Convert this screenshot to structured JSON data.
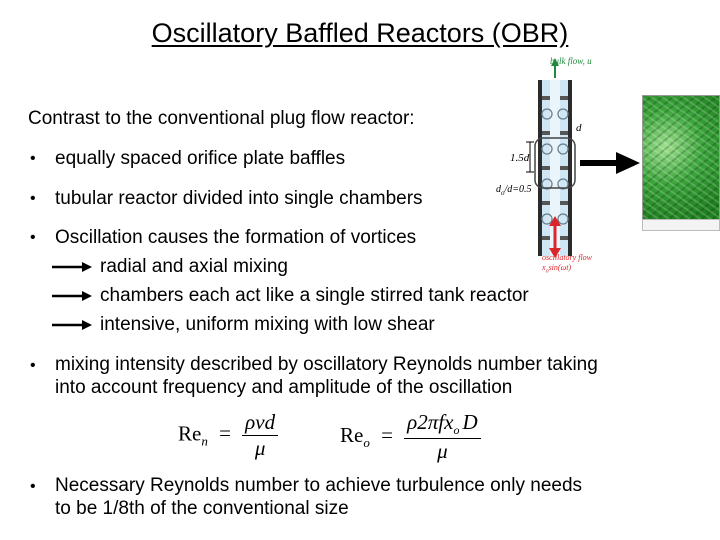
{
  "slide": {
    "title": "Oscillatory Baffled Reactors (OBR)",
    "intro": "Contrast to the conventional plug flow reactor:",
    "bullets": [
      "equally spaced orifice plate baffles",
      "tubular reactor divided into single chambers",
      "Oscillation causes the formation of vortices"
    ],
    "sub_items": [
      "radial and axial mixing",
      "chambers each act like a single stirred tank reactor",
      "intensive, uniform mixing with low shear"
    ],
    "bullet4_line1": "mixing intensity described by oscillatory Reynolds number taking",
    "bullet4_line2": "into account frequency and amplitude of the oscillation",
    "bullet5_line1": "Necessary Reynolds number to achieve turbulence only  needs",
    "bullet5_line2": "to be 1/8th of the conventional size",
    "bullet_glyph": "•"
  },
  "equations": {
    "re_n": {
      "lhs": "Re",
      "sub": "n",
      "num": "ρvd",
      "den": "μ"
    },
    "re_o": {
      "lhs": "Re",
      "sub": "o",
      "num": "ρ2πfx",
      "num_sub": "o",
      "num_tail": "D",
      "den": "μ"
    }
  },
  "diagram": {
    "bulk_flow_label": "bulk flow, u",
    "spacing_label": "1.5d",
    "d_label": "d",
    "ratio_label": "d",
    "ratio_sub": "o",
    "ratio_tail": "/d=0.5",
    "osc_label_line1": "oscillatory flow",
    "osc_label_line2": "x",
    "osc_label_line2_sub": "o",
    "osc_label_line2_tail": "sin(ωt)"
  },
  "colors": {
    "arrow_red": "#d9262b",
    "arrow_green": "#1f8a3a",
    "tube_blue": "#cfe6f5",
    "panel_green": "#3aa43a"
  }
}
